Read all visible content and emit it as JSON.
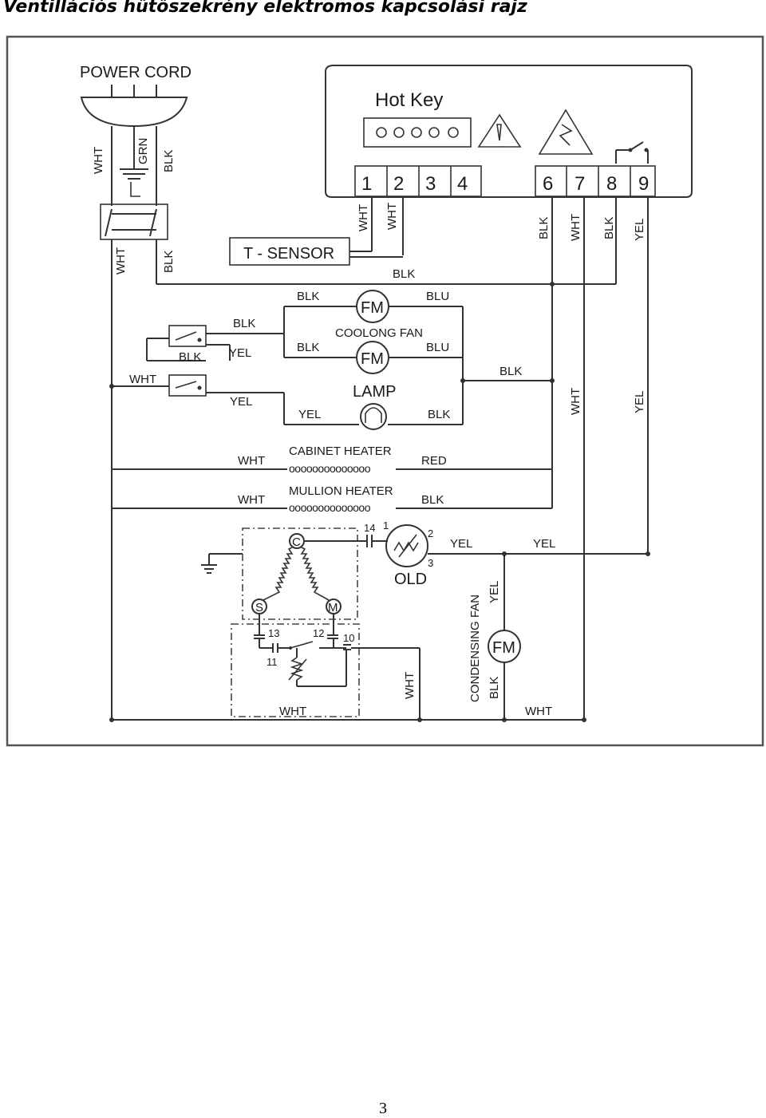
{
  "page": {
    "title": "Ventillációs hűtőszekrény elektromos kapcsolási rajz",
    "page_number": "3"
  },
  "diagram": {
    "power_cord": {
      "label": "POWER CORD",
      "wire_wht": "WHT",
      "wire_grn": "GRN",
      "wire_blk": "BLK",
      "wire_wht2": "WHT",
      "wire_blk2": "BLK"
    },
    "controller": {
      "title": "Hot Key",
      "pins": [
        "1",
        "2",
        "3",
        "4",
        "6",
        "7",
        "8",
        "9"
      ],
      "pin_wires": [
        "WHT",
        "WHT",
        "BLK",
        "WHT",
        "BLK",
        "YEL"
      ]
    },
    "sensor": {
      "label": "T - SENSOR",
      "wire": "BLK"
    },
    "fans": {
      "fm": "FM",
      "fm2": "FM",
      "label": "COOLONG FAN",
      "wire_blk1": "BLK",
      "wire_blu1": "BLU",
      "wire_blk2": "BLK",
      "wire_blu2": "BLU",
      "wire_blk_main": "BLK"
    },
    "door_switch": {
      "wire_blk_top": "BLK",
      "wire_blk": "BLK",
      "wire_yel": "YEL",
      "wire_wht": "WHT",
      "wire_yel2": "YEL"
    },
    "lamp": {
      "label": "LAMP",
      "wire_yel": "YEL",
      "wire_blk": "BLK"
    },
    "right_wires": {
      "wht": "WHT",
      "yel": "YEL"
    },
    "cabinet_heater": {
      "label": "CABINET HEATER",
      "coil": "oooooooooooooo",
      "wire_in": "WHT",
      "wire_out": "RED"
    },
    "mullion_heater": {
      "label": "MULLION HEATER",
      "coil": "oooooooooooooo",
      "wire_in": "WHT",
      "wire_out": "BLK"
    },
    "compressor": {
      "c": "C",
      "s": "S",
      "m": "M",
      "n14": "14",
      "n1": "1",
      "n2": "2",
      "n3": "3",
      "n13": "13",
      "n12": "12",
      "n10": "10",
      "n11": "11",
      "old": "OLD",
      "wire_yel1": "YEL",
      "wire_yel2": "YEL",
      "wire_wht": "WHT"
    },
    "condensing_fan": {
      "label": "CONDENSING FAN",
      "fm": "FM",
      "wire_yel": "YEL",
      "wire_blk": "BLK"
    },
    "bottom": {
      "wire_wht1": "WHT",
      "wire_wht2": "WHT"
    }
  }
}
